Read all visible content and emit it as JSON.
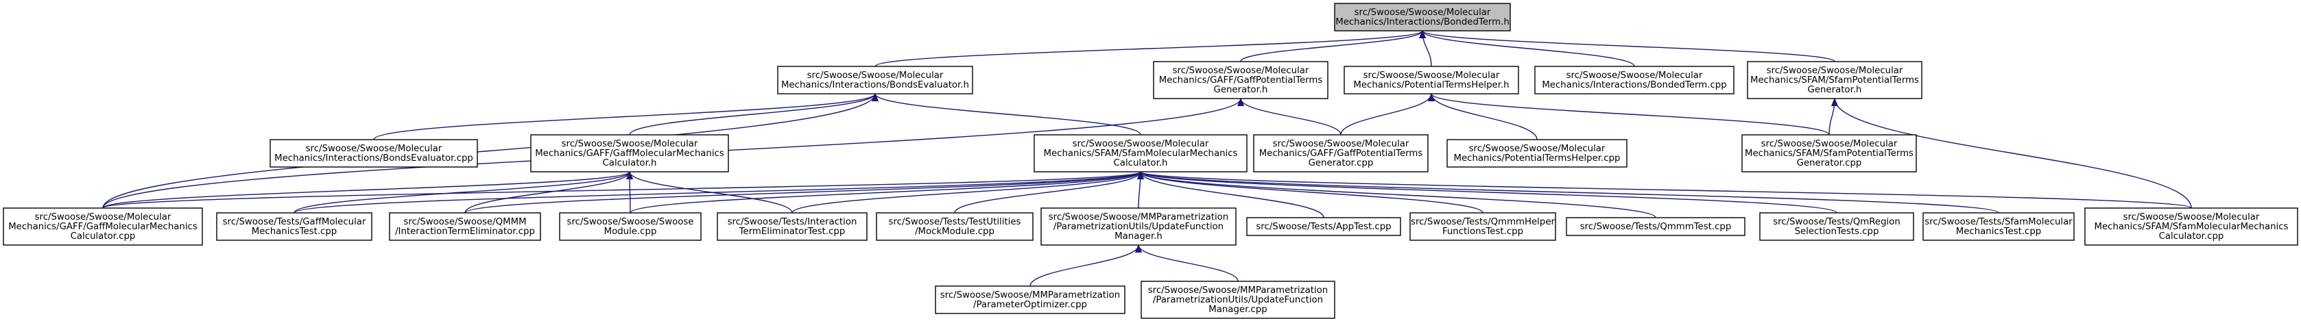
{
  "graph_title": "",
  "colors": {
    "edge": "#191970",
    "root_fill": "#bfbfbf",
    "node_fill": "#ffffff",
    "border": "#000000"
  },
  "nodes": [
    {
      "id": "bondedterm_h",
      "lines": [
        "src/Swoose/Swoose/Molecular",
        "Mechanics/Interactions/BondedTerm.h"
      ],
      "root": true
    },
    {
      "id": "bondsevaluator_h",
      "lines": [
        "src/Swoose/Swoose/Molecular",
        "Mechanics/Interactions/BondsEvaluator.h"
      ]
    },
    {
      "id": "gaffpot_h",
      "lines": [
        "src/Swoose/Swoose/Molecular",
        "Mechanics/GAFF/GaffPotentialTerms",
        "Generator.h"
      ]
    },
    {
      "id": "pothelper_h",
      "lines": [
        "src/Swoose/Swoose/Molecular",
        "Mechanics/PotentialTermsHelper.h"
      ]
    },
    {
      "id": "bondedterm_cpp",
      "lines": [
        "src/Swoose/Swoose/Molecular",
        "Mechanics/Interactions/BondedTerm.cpp"
      ]
    },
    {
      "id": "sfampot_h",
      "lines": [
        "src/Swoose/Swoose/Molecular",
        "Mechanics/SFAM/SfamPotentialTerms",
        "Generator.h"
      ]
    },
    {
      "id": "bondsevaluator_cpp",
      "lines": [
        "src/Swoose/Swoose/Molecular",
        "Mechanics/Interactions/BondsEvaluator.cpp"
      ]
    },
    {
      "id": "gaffmmcalc_h",
      "lines": [
        "src/Swoose/Swoose/Molecular",
        "Mechanics/GAFF/GaffMolecularMechanics",
        "Calculator.h"
      ]
    },
    {
      "id": "sfammmcalc_h",
      "lines": [
        "src/Swoose/Swoose/Molecular",
        "Mechanics/SFAM/SfamMolecularMechanics",
        "Calculator.h"
      ]
    },
    {
      "id": "gaffpot_cpp",
      "lines": [
        "src/Swoose/Swoose/Molecular",
        "Mechanics/GAFF/GaffPotentialTerms",
        "Generator.cpp"
      ]
    },
    {
      "id": "pothelper_cpp",
      "lines": [
        "src/Swoose/Swoose/Molecular",
        "Mechanics/PotentialTermsHelper.cpp"
      ]
    },
    {
      "id": "sfampot_cpp",
      "lines": [
        "src/Swoose/Swoose/Molecular",
        "Mechanics/SFAM/SfamPotentialTerms",
        "Generator.cpp"
      ]
    },
    {
      "id": "gaffmmcalc_cpp",
      "lines": [
        "src/Swoose/Swoose/Molecular",
        "Mechanics/GAFF/GaffMolecularMechanics",
        "Calculator.cpp"
      ]
    },
    {
      "id": "gafftest_cpp",
      "lines": [
        "src/Swoose/Tests/GaffMolecular",
        "MechanicsTest.cpp"
      ]
    },
    {
      "id": "qmmm_cpp",
      "lines": [
        "src/Swoose/Swoose/QMMM",
        "/InteractionTermEliminator.cpp"
      ]
    },
    {
      "id": "module_cpp",
      "lines": [
        "src/Swoose/Swoose/Swoose",
        "Module.cpp"
      ]
    },
    {
      "id": "interactiontest_cpp",
      "lines": [
        "src/Swoose/Tests/Interaction",
        "TermEliminatorTest.cpp"
      ]
    },
    {
      "id": "mockmodule_cpp",
      "lines": [
        "src/Swoose/Tests/TestUtilities",
        "/MockModule.cpp"
      ]
    },
    {
      "id": "updatefm_h",
      "lines": [
        "src/Swoose/Swoose/MMParametrization",
        "/ParametrizationUtils/UpdateFunction",
        "Manager.h"
      ]
    },
    {
      "id": "apptest_cpp",
      "lines": [
        "src/Swoose/Tests/AppTest.cpp"
      ]
    },
    {
      "id": "qmmmhelper_cpp",
      "lines": [
        "src/Swoose/Tests/QmmmHelper",
        "FunctionsTest.cpp"
      ]
    },
    {
      "id": "qmmmtest_cpp",
      "lines": [
        "src/Swoose/Tests/QmmmTest.cpp"
      ]
    },
    {
      "id": "qmregion_cpp",
      "lines": [
        "src/Swoose/Tests/QmRegion",
        "SelectionTests.cpp"
      ]
    },
    {
      "id": "sfamtest_cpp",
      "lines": [
        "src/Swoose/Tests/SfamMolecular",
        "MechanicsTest.cpp"
      ]
    },
    {
      "id": "sfammmcalc_cpp",
      "lines": [
        "src/Swoose/Swoose/Molecular",
        "Mechanics/SFAM/SfamMolecularMechanics",
        "Calculator.cpp"
      ]
    },
    {
      "id": "paramopt_cpp",
      "lines": [
        "src/Swoose/Swoose/MMParametrization",
        "/ParameterOptimizer.cpp"
      ]
    },
    {
      "id": "updatefm_cpp",
      "lines": [
        "src/Swoose/Swoose/MMParametrization",
        "/ParametrizationUtils/UpdateFunction",
        "Manager.cpp"
      ]
    }
  ],
  "edges": [
    [
      "bondsevaluator_h",
      "bondedterm_h"
    ],
    [
      "gaffpot_h",
      "bondedterm_h"
    ],
    [
      "pothelper_h",
      "bondedterm_h"
    ],
    [
      "bondedterm_cpp",
      "bondedterm_h"
    ],
    [
      "sfampot_h",
      "bondedterm_h"
    ],
    [
      "bondsevaluator_cpp",
      "bondsevaluator_h"
    ],
    [
      "gaffmmcalc_h",
      "bondsevaluator_h"
    ],
    [
      "sfammmcalc_h",
      "bondsevaluator_h"
    ],
    [
      "gaffmmcalc_cpp",
      "bondsevaluator_h"
    ],
    [
      "gaffpot_cpp",
      "gaffpot_h"
    ],
    [
      "gaffmmcalc_cpp",
      "gaffpot_h"
    ],
    [
      "gaffpot_cpp",
      "pothelper_h"
    ],
    [
      "pothelper_cpp",
      "pothelper_h"
    ],
    [
      "sfampot_cpp",
      "pothelper_h"
    ],
    [
      "sfampot_cpp",
      "sfampot_h"
    ],
    [
      "sfammmcalc_cpp",
      "sfampot_h"
    ],
    [
      "gaffmmcalc_cpp",
      "gaffmmcalc_h"
    ],
    [
      "gafftest_cpp",
      "gaffmmcalc_h"
    ],
    [
      "qmmm_cpp",
      "gaffmmcalc_h"
    ],
    [
      "module_cpp",
      "gaffmmcalc_h"
    ],
    [
      "interactiontest_cpp",
      "gaffmmcalc_h"
    ],
    [
      "gaffmmcalc_cpp",
      "sfammmcalc_h"
    ],
    [
      "gafftest_cpp",
      "sfammmcalc_h"
    ],
    [
      "qmmm_cpp",
      "sfammmcalc_h"
    ],
    [
      "module_cpp",
      "sfammmcalc_h"
    ],
    [
      "interactiontest_cpp",
      "sfammmcalc_h"
    ],
    [
      "mockmodule_cpp",
      "sfammmcalc_h"
    ],
    [
      "updatefm_h",
      "sfammmcalc_h"
    ],
    [
      "apptest_cpp",
      "sfammmcalc_h"
    ],
    [
      "qmmmhelper_cpp",
      "sfammmcalc_h"
    ],
    [
      "qmmmtest_cpp",
      "sfammmcalc_h"
    ],
    [
      "qmregion_cpp",
      "sfammmcalc_h"
    ],
    [
      "sfamtest_cpp",
      "sfammmcalc_h"
    ],
    [
      "sfammmcalc_cpp",
      "sfammmcalc_h"
    ],
    [
      "paramopt_cpp",
      "updatefm_h"
    ],
    [
      "updatefm_cpp",
      "updatefm_h"
    ]
  ]
}
